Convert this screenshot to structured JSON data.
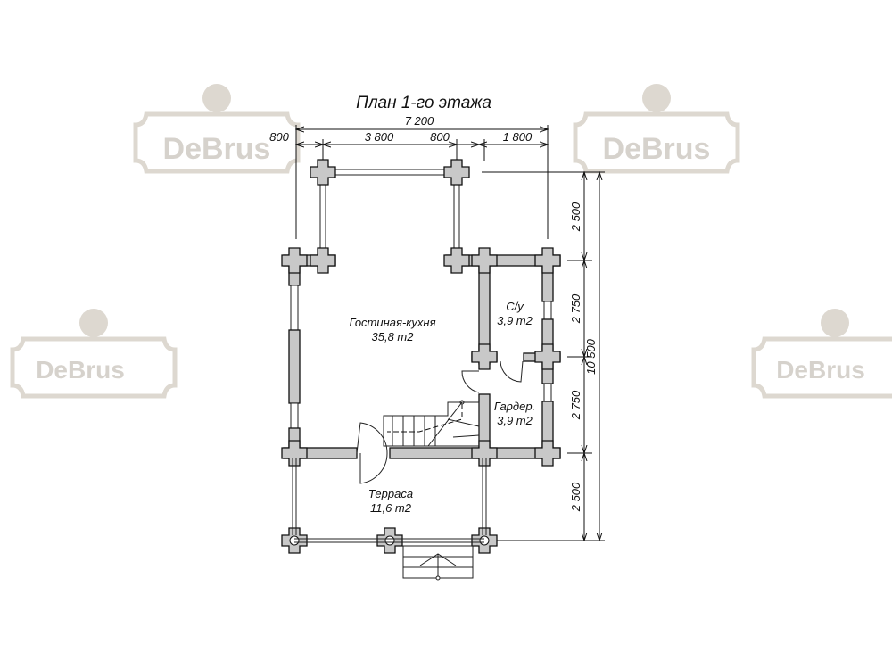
{
  "title": "План 1-го этажа",
  "watermark": "DeBrus",
  "dimensions": {
    "top_total": "7 200",
    "top_segments": [
      "800",
      "3 800",
      "800",
      "1 800"
    ],
    "right_segments": [
      "2 500",
      "2 750",
      "2 750",
      "2 500"
    ],
    "right_total": "10 500"
  },
  "rooms": [
    {
      "name": "Гостиная-кухня",
      "area": "35,8 m2"
    },
    {
      "name": "С/у",
      "area": "3,9 m2"
    },
    {
      "name": "Гардер.",
      "area": "3,9 m2"
    },
    {
      "name": "Терраса",
      "area": "11,6 m2"
    }
  ]
}
